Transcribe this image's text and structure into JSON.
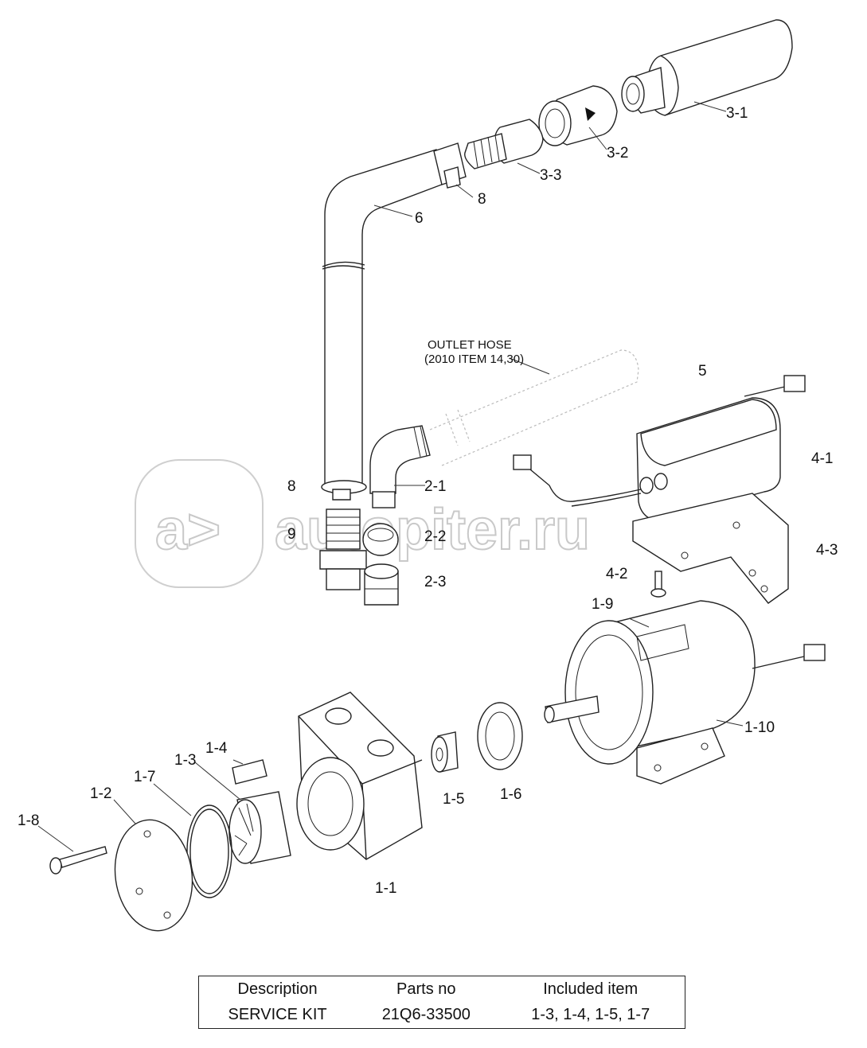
{
  "watermark": "autopiter.ru",
  "note": {
    "line1": "OUTLET HOSE",
    "line2": "(2010 ITEM 14,30)"
  },
  "labels": {
    "l31": "3-1",
    "l32": "3-2",
    "l33": "3-3",
    "l8a": "8",
    "l6": "6",
    "l5": "5",
    "l41": "4-1",
    "l43": "4-3",
    "l42": "4-2",
    "l8b": "8",
    "l9": "9",
    "l21": "2-1",
    "l22": "2-2",
    "l23": "2-3",
    "l19": "1-9",
    "l110": "1-10",
    "l14": "1-4",
    "l13": "1-3",
    "l17": "1-7",
    "l12": "1-2",
    "l18": "1-8",
    "l15": "1-5",
    "l16": "1-6",
    "l11": "1-1"
  },
  "table": {
    "headers": [
      "Description",
      "Parts no",
      "Included item"
    ],
    "rows": [
      [
        "SERVICE KIT",
        "21Q6-33500",
        "1-3, 1-4, 1-5, 1-7"
      ]
    ]
  }
}
